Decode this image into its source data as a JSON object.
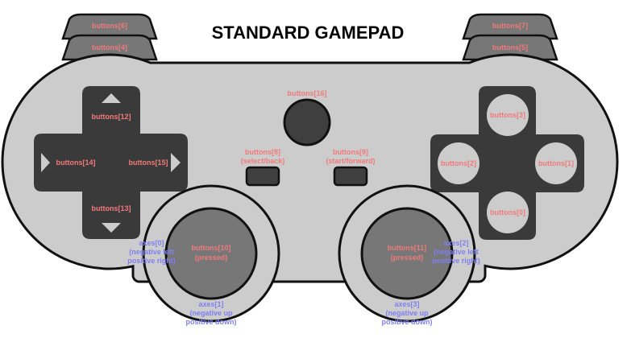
{
  "title": "STANDARD GAMEPAD",
  "colors": {
    "body": "#cccccc",
    "outline": "#111111",
    "dpad": "#3a3a3a",
    "button_dark": "#3f3f3f",
    "stick": "#777777",
    "shoulder": "#777777",
    "button_label": "#f07a7a",
    "axis_label": "#7f7ff2"
  },
  "buttons": {
    "b0": "buttons[0]",
    "b1": "buttons[1]",
    "b2": "buttons[2]",
    "b3": "buttons[3]",
    "b4": "buttons[4]",
    "b5": "buttons[5]",
    "b6": "buttons[6]",
    "b7": "buttons[7]",
    "b8": [
      "buttons[8]",
      "(select/back)"
    ],
    "b9": [
      "buttons[9]",
      "(start/forward)"
    ],
    "b10": [
      "buttons[10]",
      "(pressed)"
    ],
    "b11": [
      "buttons[11]",
      "(pressed)"
    ],
    "b12": "buttons[12]",
    "b13": "buttons[13]",
    "b14": "buttons[14]",
    "b15": "buttons[15]",
    "b16": "buttons[16]"
  },
  "axes": {
    "a0": [
      "axes[0]",
      "(negative left",
      "positive right)"
    ],
    "a1": [
      "axes[1]",
      "(negative up",
      "positive down)"
    ],
    "a2": [
      "axes[2]",
      "(negative left",
      "positive right)"
    ],
    "a3": [
      "axes[3]",
      "(negative up",
      "positive down)"
    ]
  }
}
